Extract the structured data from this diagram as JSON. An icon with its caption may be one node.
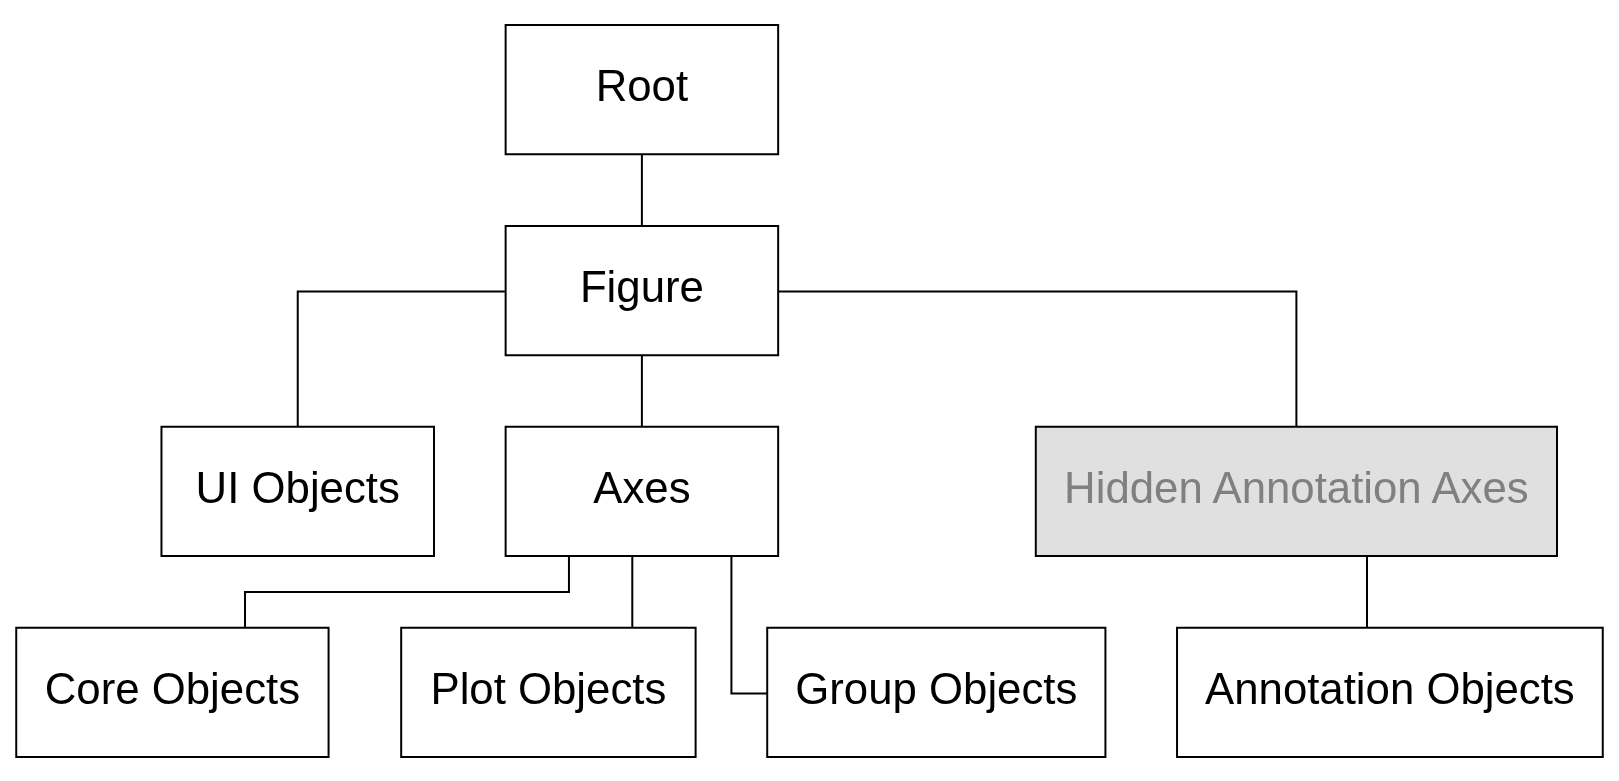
{
  "diagram": {
    "nodes": [
      {
        "text": [
          "Root"
        ]
      },
      {
        "text": [
          "Figure"
        ]
      },
      {
        "text": [
          "UI Objects"
        ]
      },
      {
        "text": [
          "Axes"
        ]
      },
      {
        "text": [
          "Hidden Annotation Axes"
        ]
      },
      {
        "text": [
          "Core Objects"
        ]
      },
      {
        "text": [
          "Plot Objects"
        ]
      },
      {
        "text": [
          "Group Objects"
        ]
      },
      {
        "text": [
          "Annotation Objects"
        ]
      }
    ],
    "edges": [
      {
        "from": 0,
        "to": 1,
        "arrow": "none"
      },
      {
        "from": 1,
        "to": 2,
        "arrow": "none"
      },
      {
        "from": 1,
        "to": 3,
        "arrow": "none"
      },
      {
        "from": 1,
        "to": 4,
        "arrow": "none"
      },
      {
        "from": 3,
        "to": 5,
        "arrow": "none"
      },
      {
        "from": 3,
        "to": 6,
        "arrow": "none"
      },
      {
        "from": 3,
        "to": 7,
        "arrow": "none"
      },
      {
        "from": 4,
        "to": 8,
        "arrow": "none"
      }
    ]
  }
}
